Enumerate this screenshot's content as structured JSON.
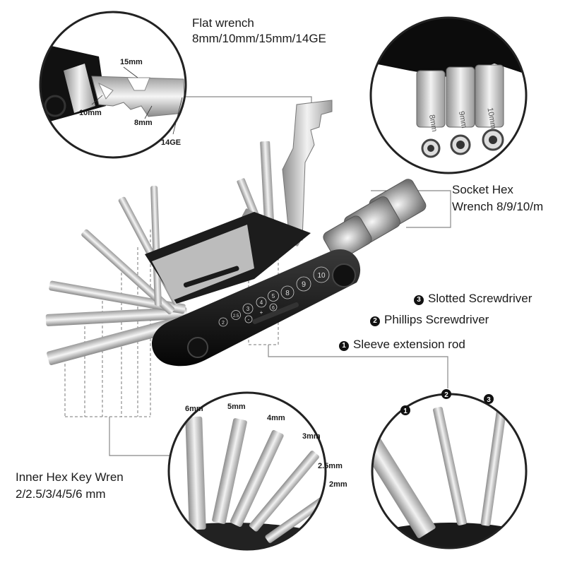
{
  "flat_wrench": {
    "title": "Flat wrench",
    "sizes": "8mm/10mm/15mm/14GE",
    "callouts": [
      "15mm",
      "10mm",
      "8mm",
      "14GE"
    ]
  },
  "socket": {
    "line1": "Socket Hex",
    "line2": "Wrench 8/9/10/m",
    "socket_marks": [
      "8mm",
      "9mm",
      "10mm"
    ]
  },
  "screwdrivers": [
    {
      "num": "3",
      "label": "Slotted Screwdriver"
    },
    {
      "num": "2",
      "label": "Phillips Screwdriver"
    },
    {
      "num": "1",
      "label": "Sleeve extension rod"
    }
  ],
  "hex_keys": {
    "line1": "Inner Hex Key Wren",
    "line2": "2/2.5/3/4/5/6 mm",
    "callouts": [
      "6mm",
      "5mm",
      "4mm",
      "3mm",
      "2.5mm",
      "2mm"
    ]
  },
  "tool_body_marks": [
    "2",
    "2.5",
    "3",
    "4",
    "5",
    "6",
    "8",
    "9",
    "10",
    "+",
    "-"
  ],
  "detail_circle_numbers": [
    "1",
    "2",
    "3"
  ]
}
